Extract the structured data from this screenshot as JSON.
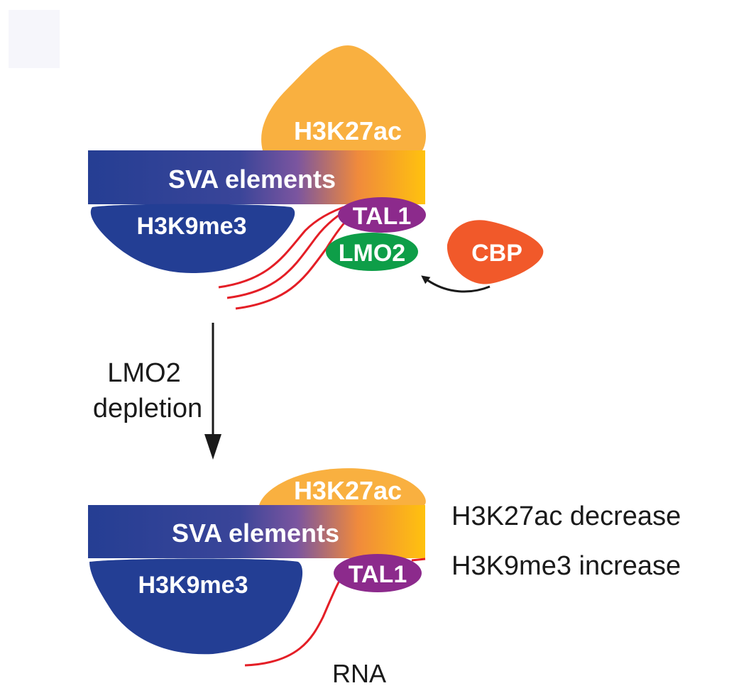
{
  "top_panel": {
    "h3k27ac_label": "H3K27ac",
    "sva_label": "SVA elements",
    "h3k9me3_label": "H3K9me3",
    "tal1_label": "TAL1",
    "lmo2_label": "LMO2",
    "cbp_label": "CBP"
  },
  "transition": {
    "line1": "LMO2",
    "line2": "depletion"
  },
  "bottom_panel": {
    "h3k27ac_label": "H3K27ac",
    "sva_label": "SVA elements",
    "h3k9me3_label": "H3K9me3",
    "tal1_label": "TAL1",
    "rna_label": "RNA"
  },
  "annotations": {
    "h3k27ac_change": "H3K27ac decrease",
    "h3k9me3_change": "H3K9me3 increase"
  },
  "colors": {
    "h3k27ac": "#F9B040",
    "h3k9me3": "#233E94",
    "sva_start": "#253E93",
    "sva_mid": "#5A4EA0",
    "sva_orange": "#F08A3C",
    "sva_end": "#FFC20E",
    "tal1": "#8C2A8C",
    "lmo2": "#0E9E48",
    "cbp": "#F1592A",
    "rna": "#E41E26",
    "arrow": "#1a1a1a"
  }
}
